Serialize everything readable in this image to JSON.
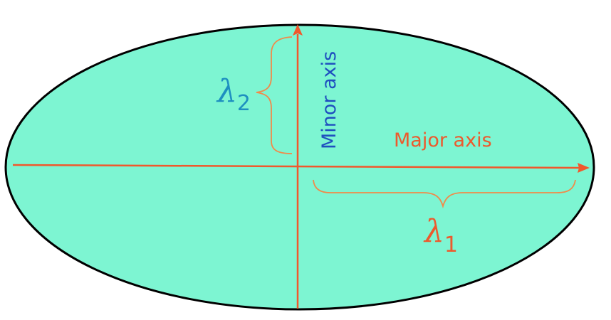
{
  "diagram": {
    "minor_axis_label": "Minor axis",
    "major_axis_label": "Major axis",
    "lambda2": {
      "symbol": "λ",
      "subscript": "2"
    },
    "lambda1": {
      "symbol": "λ",
      "subscript": "1"
    }
  },
  "colors": {
    "ellipse_fill": "#7df5d2",
    "ellipse_stroke": "#000000",
    "axis": "#f0582c",
    "minor_label": "#1f4fbf",
    "major_label": "#ec5a2d",
    "lambda2": "#1d8fc0",
    "lambda1": "#ec5a2d",
    "brace": "#f08a4a"
  }
}
